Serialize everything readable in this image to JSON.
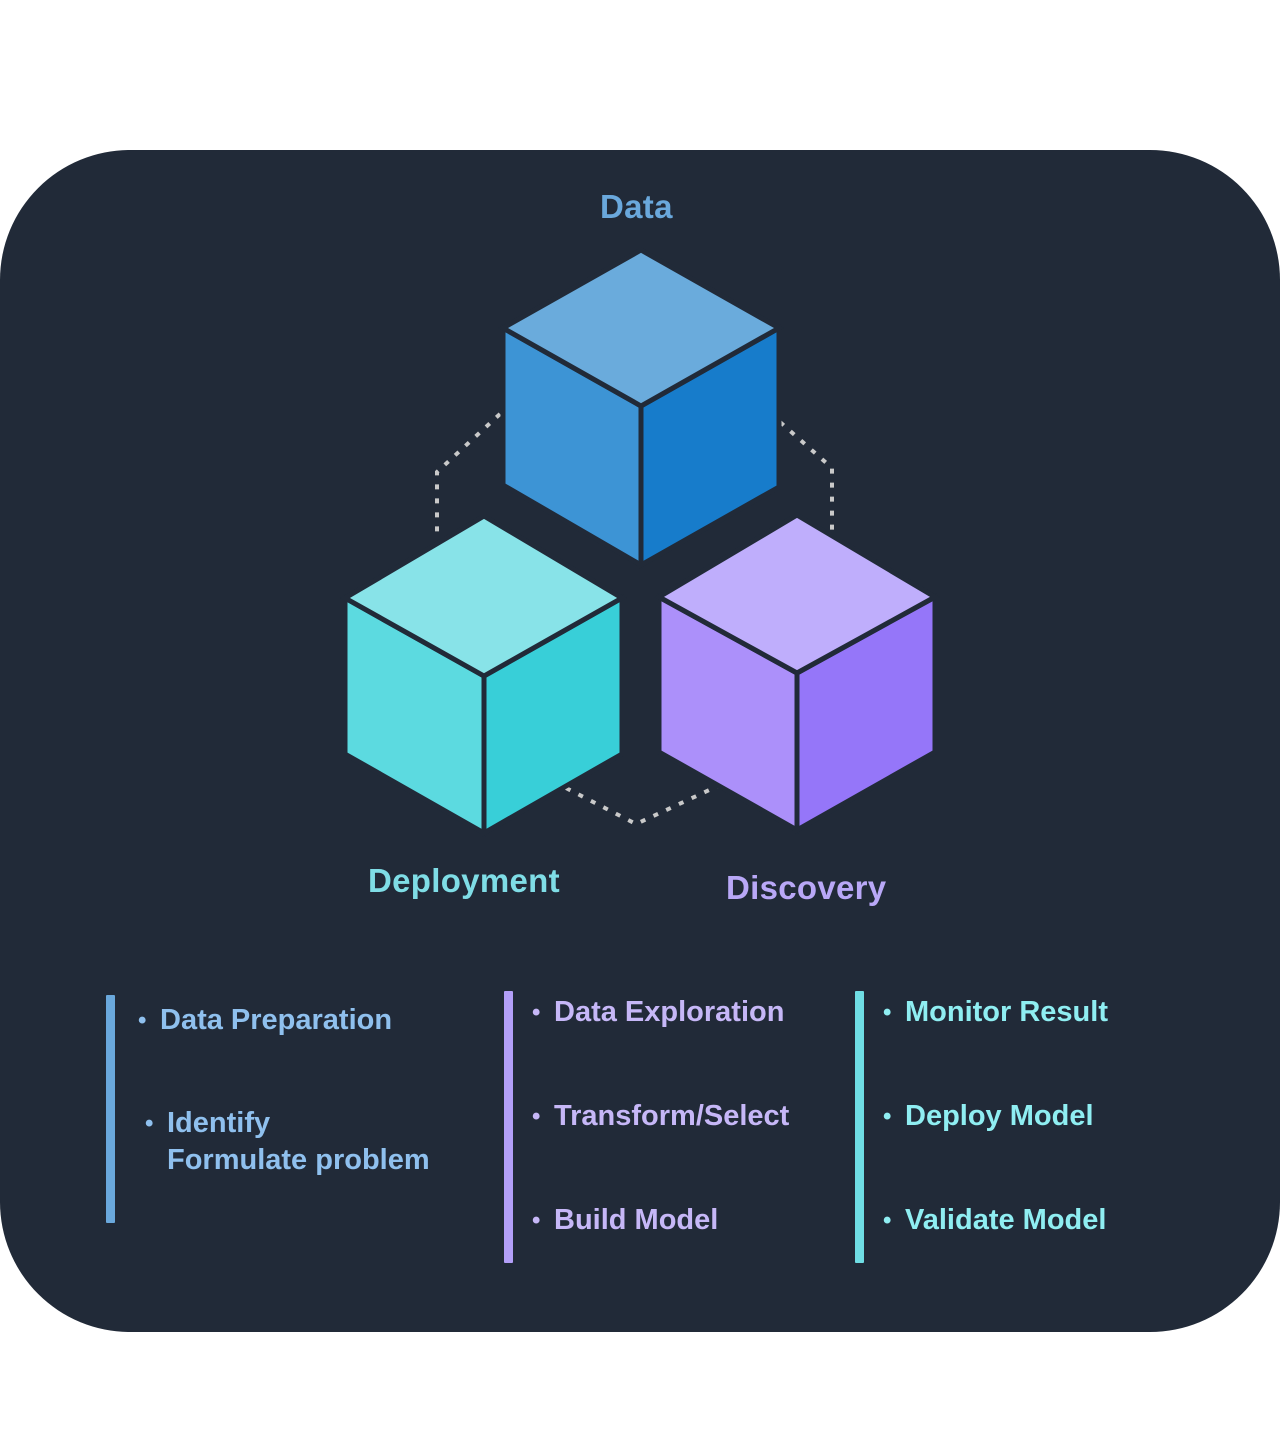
{
  "labels": {
    "data": "Data",
    "deployment": "Deployment",
    "discovery": "Discovery"
  },
  "columns": [
    {
      "items": [
        {
          "lines": [
            "Data Preparation"
          ]
        },
        {
          "lines": [
            "Identify",
            "Formulate problem"
          ]
        }
      ]
    },
    {
      "items": [
        {
          "lines": [
            "Data Exploration"
          ]
        },
        {
          "lines": [
            "Transform/Select"
          ]
        },
        {
          "lines": [
            "Build Model"
          ]
        }
      ]
    },
    {
      "items": [
        {
          "lines": [
            "Monitor Result"
          ]
        },
        {
          "lines": [
            "Deploy Model"
          ]
        },
        {
          "lines": [
            "Validate Model"
          ]
        }
      ]
    }
  ],
  "bullet_glyph": "•",
  "colors": {
    "card_background": "#212a38",
    "data_cube_top": "#6aabdc",
    "data_cube_left": "#3d94d5",
    "data_cube_right": "#177ccb",
    "deployment_cube_top": "#88e3e8",
    "deployment_cube_left": "#5cdae0",
    "deployment_cube_right": "#38cfd8",
    "discovery_cube_top": "#bfaefc",
    "discovery_cube_left": "#ac90fa",
    "discovery_cube_right": "#9576f9",
    "connector_dots": "#c9c9c9"
  }
}
